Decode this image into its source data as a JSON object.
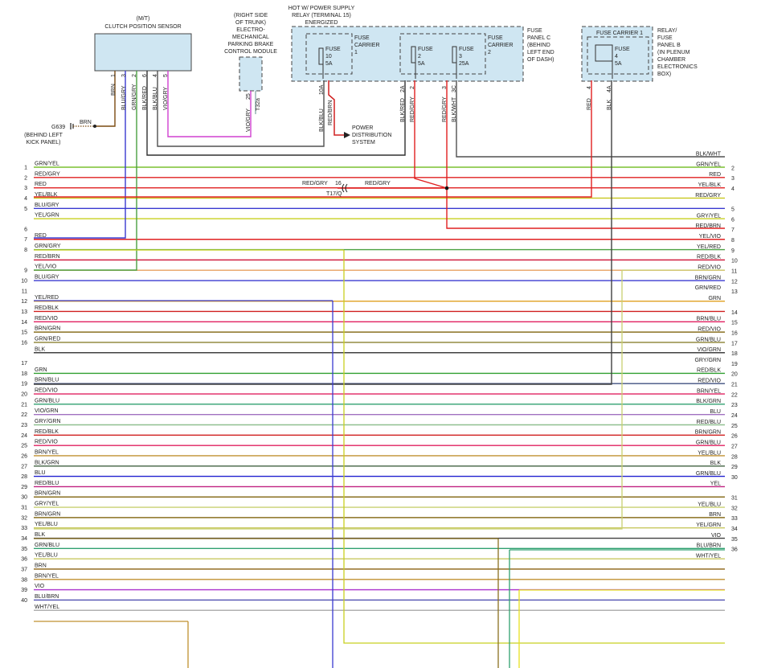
{
  "components": {
    "clutch_sensor": {
      "lines": [
        "(M/T)",
        "CLUTCH POSITION SENSOR"
      ]
    },
    "parking_brake": {
      "lines": [
        "(RIGHT SIDE",
        "OF TRUNK)",
        "ELECTRO-",
        "MECHANICAL",
        "PARKING BRAKE",
        "CONTROL MODULE"
      ]
    },
    "hot_relay": {
      "lines": [
        "HOT W/ POWER SUPPLY",
        "RELAY (TERMINAL 15)",
        "ENERGIZED"
      ]
    },
    "fuse_panel_c": {
      "lines": [
        "FUSE",
        "PANEL C",
        "(BEHIND",
        "LEFT END",
        "OF DASH)"
      ]
    },
    "fuse_carrier_1": {
      "lines": [
        "FUSE",
        "CARRIER",
        "1"
      ]
    },
    "fuse_carrier_2": {
      "lines": [
        "FUSE",
        "CARRIER",
        "2"
      ]
    },
    "fuse_carrier_1b": {
      "label": "FUSE CARRIER 1"
    },
    "relay_fuse_panel_b": {
      "lines": [
        "RELAY/",
        "FUSE",
        "PANEL B",
        "(IN PLENUM",
        "CHAMBER",
        "ELECTRONICS",
        "BOX)"
      ]
    },
    "fuse10": {
      "lines": [
        "FUSE",
        "10",
        "5A"
      ]
    },
    "fuse2": {
      "lines": [
        "FUSE",
        "2",
        "5A"
      ]
    },
    "fuse3": {
      "lines": [
        "FUSE",
        "3",
        "25A"
      ]
    },
    "fuse4": {
      "lines": [
        "FUSE",
        "4",
        "5A"
      ]
    },
    "ground": {
      "label": "G639",
      "wire": "BRN",
      "note": [
        "(BEHIND LEFT",
        "KICK PANEL)"
      ]
    },
    "power_dist": {
      "lines": [
        "POWER",
        "DISTRIBUTION",
        "SYSTEM"
      ]
    },
    "splice": {
      "left_wire": "RED/GRY",
      "right_wire": "RED/GRY",
      "pin": "16",
      "connector": "T17/Q"
    }
  },
  "vertical_labels": [
    {
      "text": "BRN",
      "color": "#7a4a10"
    },
    {
      "text": "BLU/GRY",
      "color": "#3a3ad0"
    },
    {
      "text": "GRN/GRY",
      "color": "#4aa040"
    },
    {
      "text": "BLK/RED",
      "color": "#303030"
    },
    {
      "text": "BLK/BLU",
      "color": "#303030"
    },
    {
      "text": "VIO/GRY",
      "color": "#d040d0"
    },
    {
      "text": "VIO/GRY",
      "color": "#d040d0"
    },
    {
      "text": "T32a",
      "color": "#7aa0a0"
    },
    {
      "text": "BLK/BLU",
      "color": "#505050"
    },
    {
      "text": "RED/BRN",
      "color": "#d02020"
    },
    {
      "text": "BLK/RED",
      "color": "#303030"
    },
    {
      "text": "RED/GRY",
      "color": "#d02020"
    },
    {
      "text": "RED/GRY",
      "color": "#d02020"
    },
    {
      "text": "BLK/WHT",
      "color": "#505050"
    },
    {
      "text": "RED",
      "color": "#e02020"
    },
    {
      "text": "BLK",
      "color": "#303030"
    }
  ],
  "pin_labels": [
    "1",
    "3",
    "2",
    "6",
    "4",
    "5",
    "25",
    "10A",
    "2A",
    "2",
    "3",
    "3C",
    "4",
    "4A"
  ],
  "left_rows": [
    {
      "num": "1",
      "label": "GRN/YEL",
      "color": "#7ac030"
    },
    {
      "num": "2",
      "label": "RED/GRY",
      "color": "#e02020"
    },
    {
      "num": "3",
      "label": "RED",
      "color": "#e02020"
    },
    {
      "num": "4",
      "label": "YEL/BLK",
      "color": "#c8c820"
    },
    {
      "num": "5",
      "label": "BLU/GRY",
      "color": "#3a3ad0"
    },
    {
      "num": "",
      "label": "YEL/GRN",
      "color": "#c8d020"
    },
    {
      "num": "6",
      "label": "",
      "color": ""
    },
    {
      "num": "7",
      "label": "RED",
      "color": "#e02020"
    },
    {
      "num": "8",
      "label": "GRN/GRY",
      "color": "#4aa040"
    },
    {
      "num": "",
      "label": "RED/BRN",
      "color": "#d02040"
    },
    {
      "num": "9",
      "label": "YEL/VIO",
      "color": "#e8a060"
    },
    {
      "num": "10",
      "label": "BLU/GRY",
      "color": "#3a3ad0"
    },
    {
      "num": "11",
      "label": "",
      "color": ""
    },
    {
      "num": "12",
      "label": "YEL/RED",
      "color": "#e0a020"
    },
    {
      "num": "13",
      "label": "RED/BLK",
      "color": "#d02020"
    },
    {
      "num": "14",
      "label": "RED/VIO",
      "color": "#e02060"
    },
    {
      "num": "15",
      "label": "BRN/GRN",
      "color": "#8a7020"
    },
    {
      "num": "16",
      "label": "GRN/RED",
      "color": "#8a8030"
    },
    {
      "num": "",
      "label": "BLK",
      "color": "#404040"
    },
    {
      "num": "17",
      "label": "",
      "color": ""
    },
    {
      "num": "18",
      "label": "GRN",
      "color": "#30a030"
    },
    {
      "num": "19",
      "label": "BRN/BLU",
      "color": "#405080"
    },
    {
      "num": "20",
      "label": "RED/VIO",
      "color": "#e02060"
    },
    {
      "num": "21",
      "label": "GRN/BLU",
      "color": "#30a070"
    },
    {
      "num": "22",
      "label": "VIO/GRN",
      "color": "#a070c0"
    },
    {
      "num": "23",
      "label": "GRY/GRN",
      "color": "#90c090"
    },
    {
      "num": "24",
      "label": "RED/BLK",
      "color": "#d02020"
    },
    {
      "num": "25",
      "label": "RED/VIO",
      "color": "#e02060"
    },
    {
      "num": "26",
      "label": "BRN/YEL",
      "color": "#c09030"
    },
    {
      "num": "27",
      "label": "BLK/GRN",
      "color": "#406040"
    },
    {
      "num": "28",
      "label": "BLU",
      "color": "#2020d0"
    },
    {
      "num": "29",
      "label": "RED/BLU",
      "color": "#c02080"
    },
    {
      "num": "30",
      "label": "BRN/GRN",
      "color": "#8a7020"
    },
    {
      "num": "31",
      "label": "GRY/YEL",
      "color": "#c8d070"
    },
    {
      "num": "32",
      "label": "BRN/GRN",
      "color": "#8a7020"
    },
    {
      "num": "33",
      "label": "YEL/BLU",
      "color": "#c8c860"
    },
    {
      "num": "34",
      "label": "BLK",
      "color": "#404040"
    },
    {
      "num": "35",
      "label": "GRN/BLU",
      "color": "#30a070"
    },
    {
      "num": "36",
      "label": "YEL/BLU",
      "color": "#c8c860"
    },
    {
      "num": "37",
      "label": "BRN",
      "color": "#8a6010"
    },
    {
      "num": "38",
      "label": "BRN/YEL",
      "color": "#c09030"
    },
    {
      "num": "39",
      "label": "VIO",
      "color": "#b040d0"
    },
    {
      "num": "40",
      "label": "BLU/BRN",
      "color": "#5050b0"
    },
    {
      "num": "",
      "label": "WHT/YEL",
      "color": "#b0b0b0"
    }
  ],
  "right_rows": [
    {
      "num": "",
      "label": "BLK/WHT",
      "color": "#505050"
    },
    {
      "num": "2",
      "label": "GRN/YEL",
      "color": "#7ac030"
    },
    {
      "num": "3",
      "label": "RED",
      "color": "#e02020"
    },
    {
      "num": "4",
      "label": "YEL/BLK",
      "color": "#c8c820"
    },
    {
      "num": "",
      "label": "RED/GRY",
      "color": "#e02020"
    },
    {
      "num": "5",
      "label": "",
      "color": ""
    },
    {
      "num": "6",
      "label": "GRY/YEL",
      "color": "#c8d070"
    },
    {
      "num": "7",
      "label": "RED/BRN",
      "color": "#d02040"
    },
    {
      "num": "8",
      "label": "YEL/VIO",
      "color": "#e8a060"
    },
    {
      "num": "9",
      "label": "YEL/RED",
      "color": "#e0a020"
    },
    {
      "num": "10",
      "label": "RED/BLK",
      "color": "#d02020"
    },
    {
      "num": "11",
      "label": "RED/VIO",
      "color": "#e02060"
    },
    {
      "num": "12",
      "label": "BRN/GRN",
      "color": "#8a7020"
    },
    {
      "num": "13",
      "label": "GRN/RED",
      "color": "#8a8030"
    },
    {
      "num": "",
      "label": "GRN",
      "color": "#30a030"
    },
    {
      "num": "14",
      "label": "",
      "color": ""
    },
    {
      "num": "15",
      "label": "BRN/BLU",
      "color": "#405080"
    },
    {
      "num": "16",
      "label": "RED/VIO",
      "color": "#e02060"
    },
    {
      "num": "17",
      "label": "GRN/BLU",
      "color": "#30a070"
    },
    {
      "num": "18",
      "label": "VIO/GRN",
      "color": "#a070c0"
    },
    {
      "num": "19",
      "label": "GRY/GRN",
      "color": "#90c090"
    },
    {
      "num": "20",
      "label": "RED/BLK",
      "color": "#d02020"
    },
    {
      "num": "21",
      "label": "RED/VIO",
      "color": "#e02060"
    },
    {
      "num": "22",
      "label": "BRN/YEL",
      "color": "#c09030"
    },
    {
      "num": "23",
      "label": "BLK/GRN",
      "color": "#406040"
    },
    {
      "num": "24",
      "label": "BLU",
      "color": "#2020d0"
    },
    {
      "num": "25",
      "label": "RED/BLU",
      "color": "#c02080"
    },
    {
      "num": "26",
      "label": "BRN/GRN",
      "color": "#8a7020"
    },
    {
      "num": "27",
      "label": "GRN/BLU",
      "color": "#30a070"
    },
    {
      "num": "28",
      "label": "YEL/BLU",
      "color": "#c8c860"
    },
    {
      "num": "29",
      "label": "BLK",
      "color": "#404040"
    },
    {
      "num": "30",
      "label": "GRN/BLU",
      "color": "#30a070"
    },
    {
      "num": "",
      "label": "YEL",
      "color": "#e8e020"
    },
    {
      "num": "31",
      "label": "",
      "color": ""
    },
    {
      "num": "32",
      "label": "YEL/BLU",
      "color": "#c8c860"
    },
    {
      "num": "33",
      "label": "BRN",
      "color": "#8a6010"
    },
    {
      "num": "34",
      "label": "YEL/GRN",
      "color": "#c8d020"
    },
    {
      "num": "35",
      "label": "VIO",
      "color": "#b040d0"
    },
    {
      "num": "36",
      "label": "BLU/BRN",
      "color": "#5050b0"
    },
    {
      "num": "",
      "label": "WHT/YEL",
      "color": "#b0b0b0"
    }
  ]
}
